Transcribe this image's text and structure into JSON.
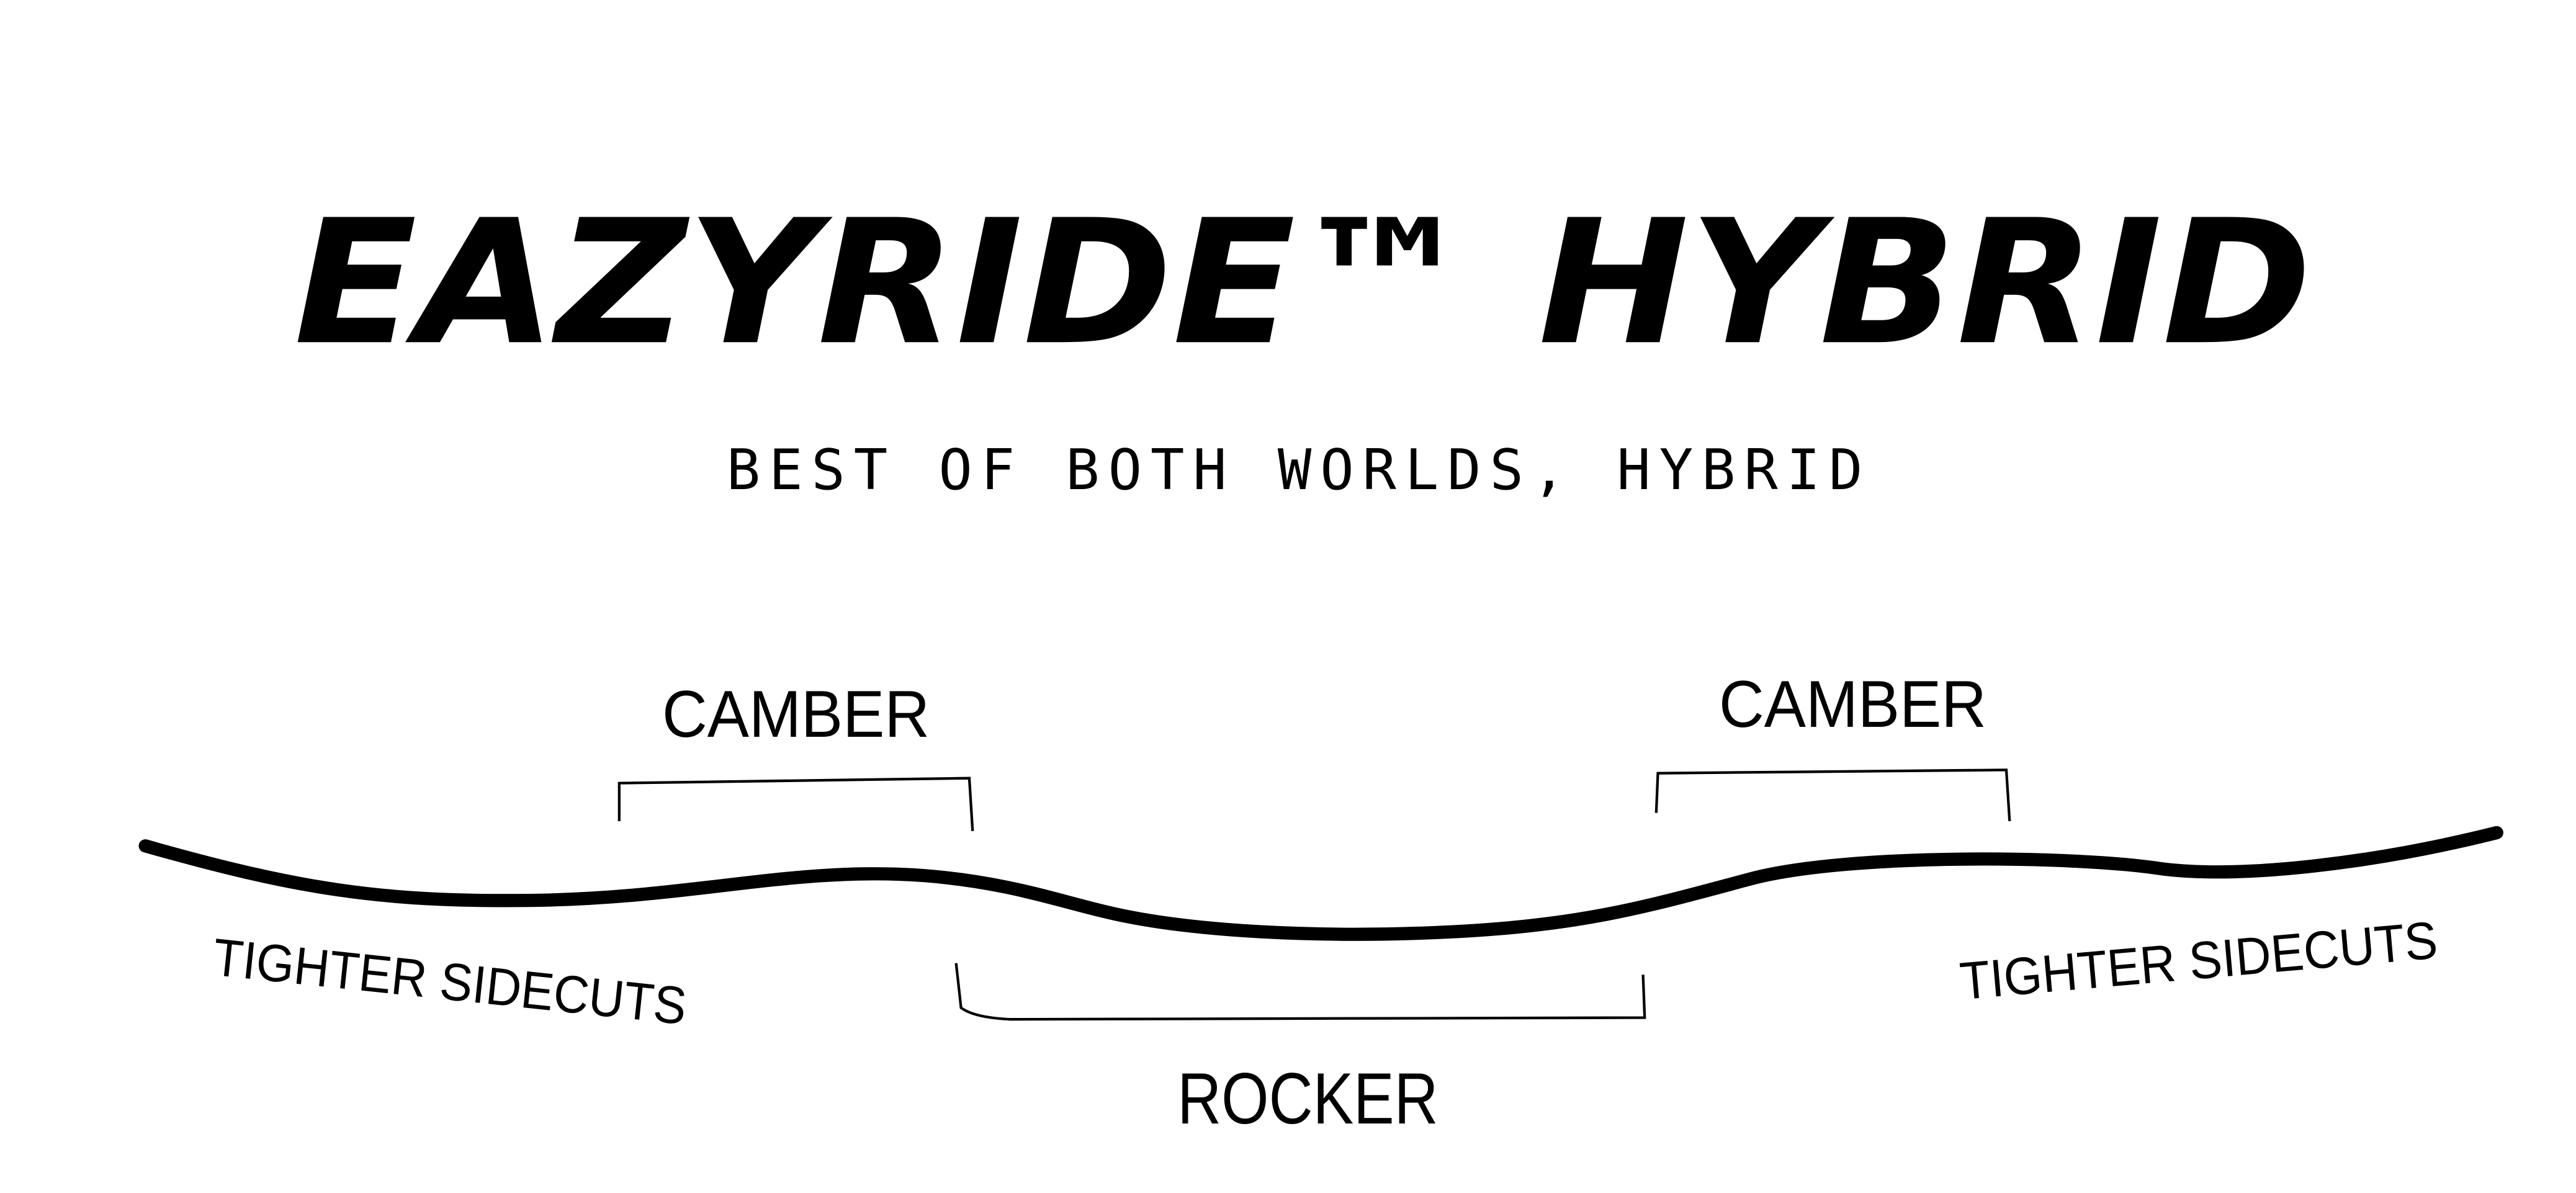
{
  "title": "EAZYRIDE™ HYBRID",
  "subtitle": "BEST OF BOTH WORLDS, HYBRID",
  "labels": {
    "camber_left": "CAMBER",
    "camber_right": "CAMBER",
    "rocker": "ROCKER",
    "sidecut_left": "TIGHTER SIDECUTS",
    "sidecut_right": "TIGHTER SIDECUTS"
  },
  "colors": {
    "ink": "#000000",
    "background": "#ffffff"
  }
}
